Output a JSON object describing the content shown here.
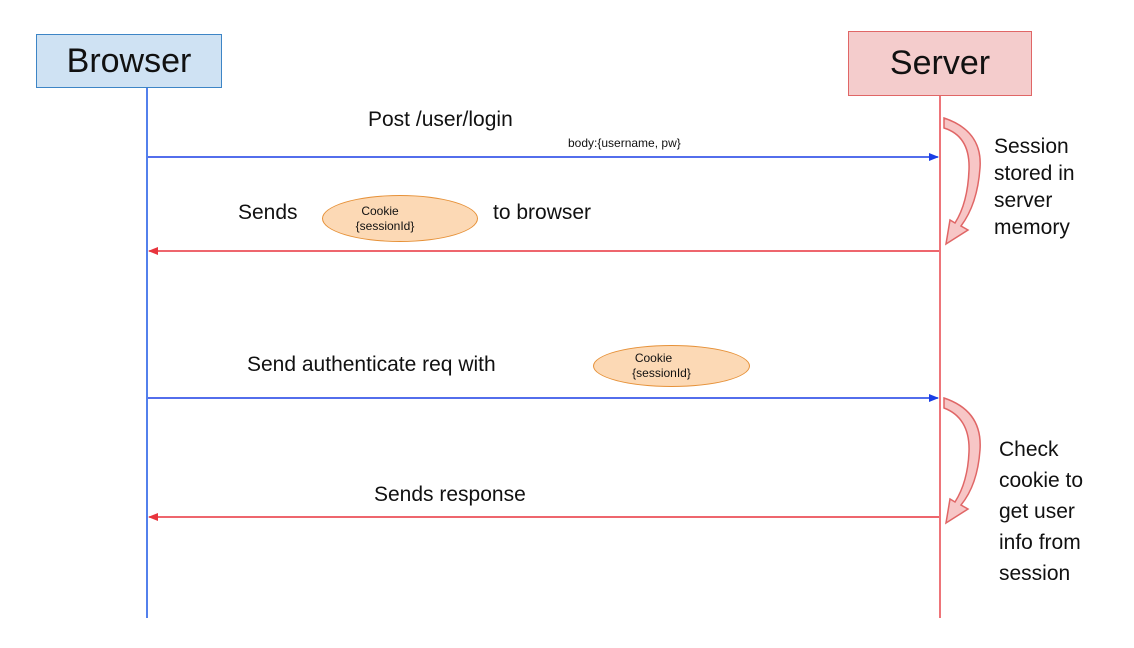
{
  "participants": {
    "browser": {
      "label": "Browser",
      "fill": "#cfe2f3",
      "border": "#3d85c6",
      "line_color": "#1a57e6"
    },
    "server": {
      "label": "Server",
      "fill": "#f4cccc",
      "border": "#e06666",
      "line_color": "#e8474d"
    }
  },
  "messages": [
    {
      "direction": "browser-to-server",
      "label": "Post /user/login",
      "sublabel": "body:{username, pw}",
      "color": "#1a3ee6"
    },
    {
      "direction": "server-to-browser",
      "label_before": "Sends",
      "label_after": "to browser",
      "color": "#e8343d",
      "cookie": {
        "title": "Cookie",
        "value": "{sessionId}"
      }
    },
    {
      "direction": "browser-to-server",
      "label": "Send authenticate req with",
      "color": "#1a3ee6",
      "cookie": {
        "title": "Cookie",
        "value": "{sessionId}"
      }
    },
    {
      "direction": "server-to-browser",
      "label": "Sends response",
      "color": "#e8343d"
    }
  ],
  "cookie_style": {
    "fill": "#fcd9b5",
    "border": "#e69138"
  },
  "server_notes": [
    {
      "lines": [
        "Session",
        "stored in",
        "server",
        "memory"
      ]
    },
    {
      "lines": [
        "Check",
        "cookie to",
        "get user",
        "info from",
        "session"
      ]
    }
  ],
  "self_arrow_colors": {
    "fill": "#f7c6c6",
    "border": "#e06666"
  }
}
